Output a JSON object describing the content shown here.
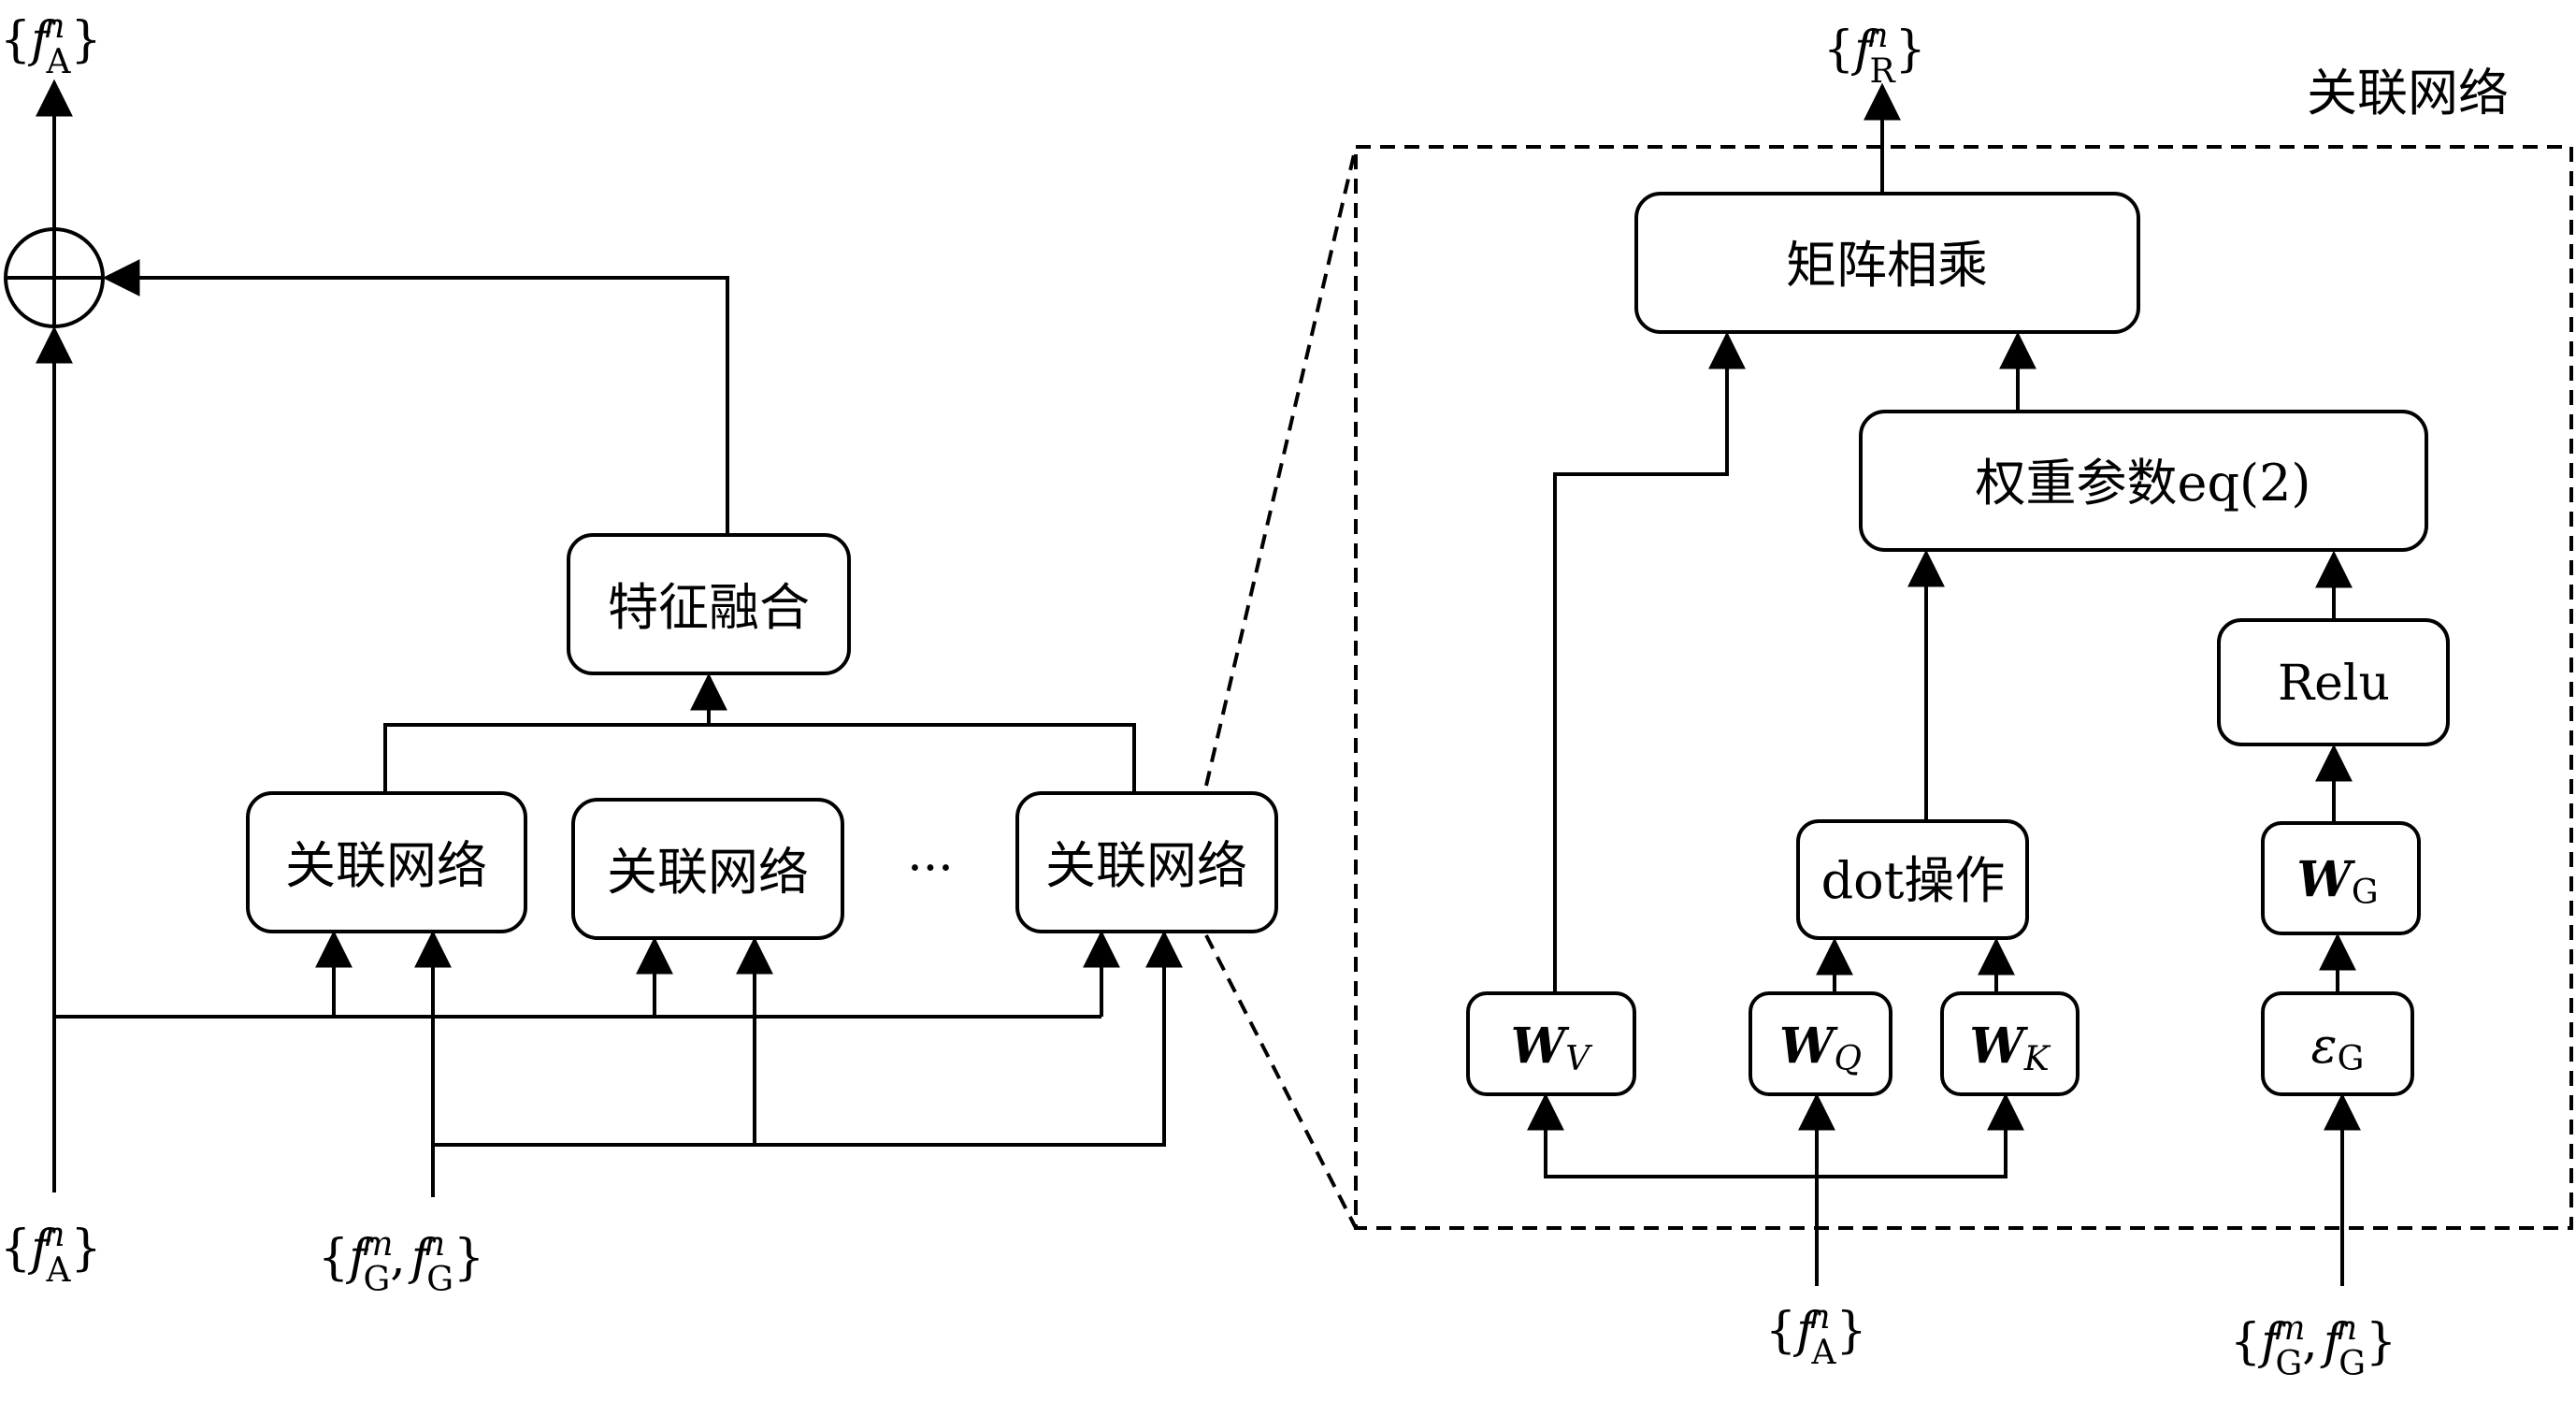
{
  "left": {
    "output_label": {
      "brace_open": "{",
      "f": "f",
      "sup": "n",
      "sub": "A",
      "brace_close": "}"
    },
    "input_fa": {
      "brace_open": "{",
      "f": "f",
      "sup": "n",
      "sub": "A",
      "brace_close": "}"
    },
    "input_fg": {
      "brace_open": "{",
      "f1": "f",
      "sup1": "m",
      "sub1": "G",
      "comma": ",",
      "f2": "f",
      "sup2": "n",
      "sub2": "G",
      "brace_close": "}"
    },
    "fusion_label": "特征融合",
    "relation_nodes": [
      "关联网络",
      "关联网络",
      "关联网络"
    ],
    "ellipsis": "···"
  },
  "right": {
    "title": "关联网络",
    "output_label": {
      "brace_open": "{",
      "f": "f",
      "sup": "n",
      "sub": "R",
      "brace_close": "}"
    },
    "matmul_label": "矩阵相乘",
    "weight_label": "权重参数eq(2)",
    "relu_label": "Relu",
    "dot_label": "dot操作",
    "wg": {
      "main": "W",
      "sub": "G"
    },
    "eg": {
      "main": "ε",
      "sub": "G"
    },
    "wv": {
      "main": "W",
      "sub": "V"
    },
    "wq": {
      "main": "W",
      "sub": "Q"
    },
    "wk": {
      "main": "W",
      "sub": "K"
    },
    "input_fa": {
      "brace_open": "{",
      "f": "f",
      "sup": "n",
      "sub": "A",
      "brace_close": "}"
    },
    "input_fg": {
      "brace_open": "{",
      "f1": "f",
      "sup1": "m",
      "sub1": "G",
      "comma": ",",
      "f2": "f",
      "sup2": "n",
      "sub2": "G",
      "brace_close": "}"
    }
  }
}
